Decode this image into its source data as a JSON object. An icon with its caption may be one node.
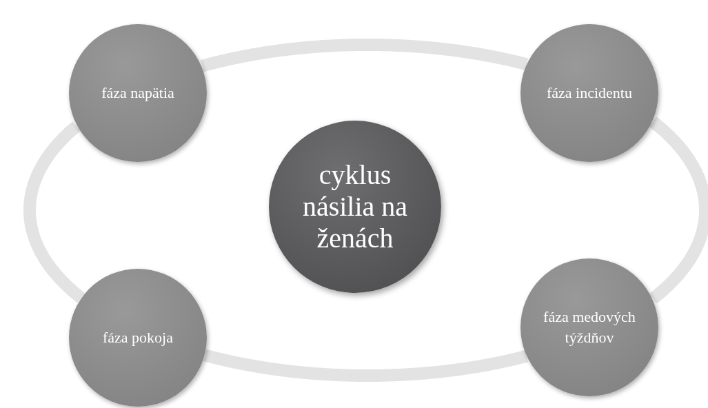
{
  "diagram": {
    "nodes": [
      {
        "text": [
          "fáza napätia"
        ]
      },
      {
        "text": [
          "fáza incidentu"
        ]
      },
      {
        "text": [
          "cyklus násilia na ženách"
        ]
      },
      {
        "text": [
          "fáza pokoja"
        ]
      },
      {
        "text": [
          "fáza medových týždňov"
        ]
      }
    ],
    "edges": [
      {
        "from": 0,
        "to": 1,
        "arrow": "none"
      },
      {
        "from": 1,
        "to": 4,
        "arrow": "none"
      },
      {
        "from": 4,
        "to": 3,
        "arrow": "none"
      },
      {
        "from": 3,
        "to": 0,
        "arrow": "none"
      }
    ]
  }
}
